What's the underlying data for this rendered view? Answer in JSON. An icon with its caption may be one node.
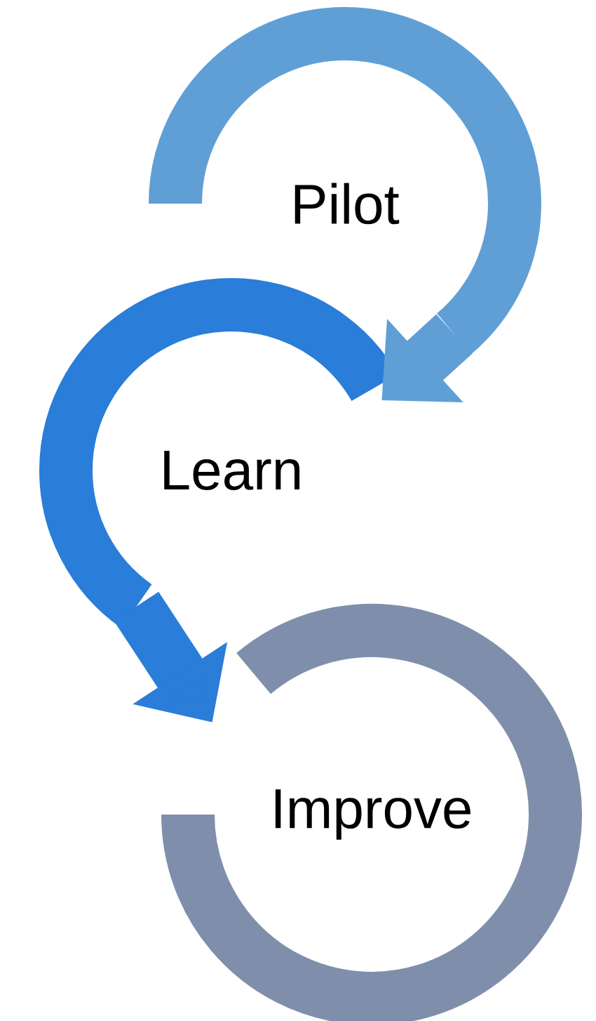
{
  "diagram": {
    "nodes": [
      {
        "text": [
          "Pilot"
        ]
      },
      {
        "text": [
          "Learn"
        ]
      },
      {
        "text": [
          "Improve"
        ]
      }
    ],
    "edges": [
      {
        "from": 0,
        "to": 1,
        "arrow": "to",
        "color": "#5f9fd6"
      },
      {
        "from": 1,
        "to": 2,
        "arrow": "to",
        "color": "#2a7dd8"
      }
    ]
  }
}
